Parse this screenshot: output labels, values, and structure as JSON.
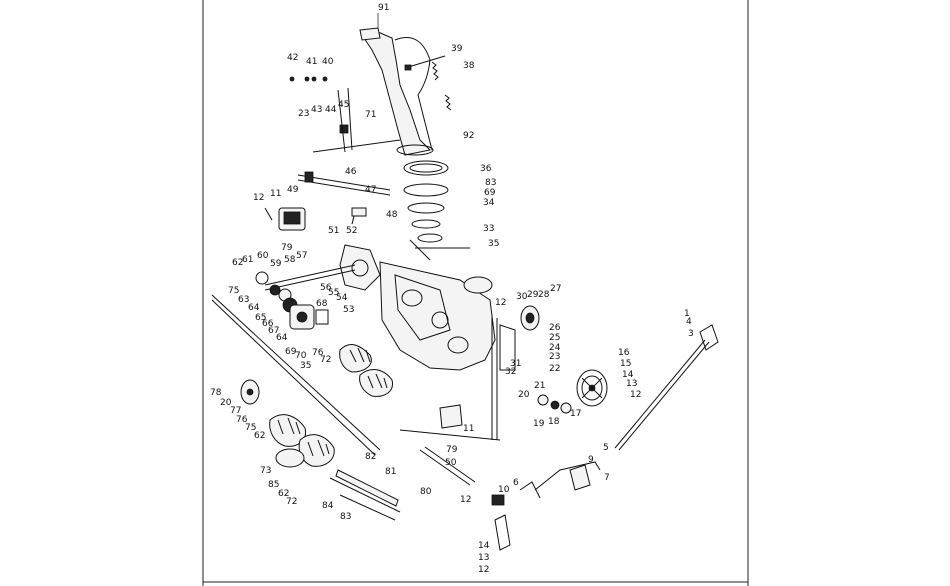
{
  "diagram": {
    "callouts": [
      "91",
      "39",
      "38",
      "40",
      "41",
      "42",
      "45",
      "44",
      "43",
      "23",
      "71",
      "92",
      "36",
      "46",
      "47",
      "83",
      "69",
      "34",
      "49",
      "12",
      "11",
      "48",
      "33",
      "35",
      "79",
      "51",
      "52",
      "57",
      "62",
      "61",
      "60",
      "59",
      "58",
      "56",
      "55",
      "54",
      "53",
      "75",
      "63",
      "64",
      "65",
      "66",
      "67",
      "68",
      "64",
      "69",
      "70",
      "76",
      "35",
      "72",
      "27",
      "28",
      "29",
      "30",
      "12",
      "26",
      "25",
      "24",
      "23",
      "22",
      "21",
      "20",
      "31",
      "32",
      "16",
      "15",
      "14",
      "13",
      "12",
      "19",
      "18",
      "17",
      "4",
      "1",
      "3",
      "78",
      "20",
      "77",
      "76",
      "75",
      "62",
      "73",
      "85",
      "62",
      "72",
      "84",
      "83",
      "81",
      "82",
      "80",
      "79",
      "50",
      "11",
      "12",
      "5",
      "7",
      "9",
      "6",
      "10",
      "14",
      "13",
      "12"
    ]
  }
}
